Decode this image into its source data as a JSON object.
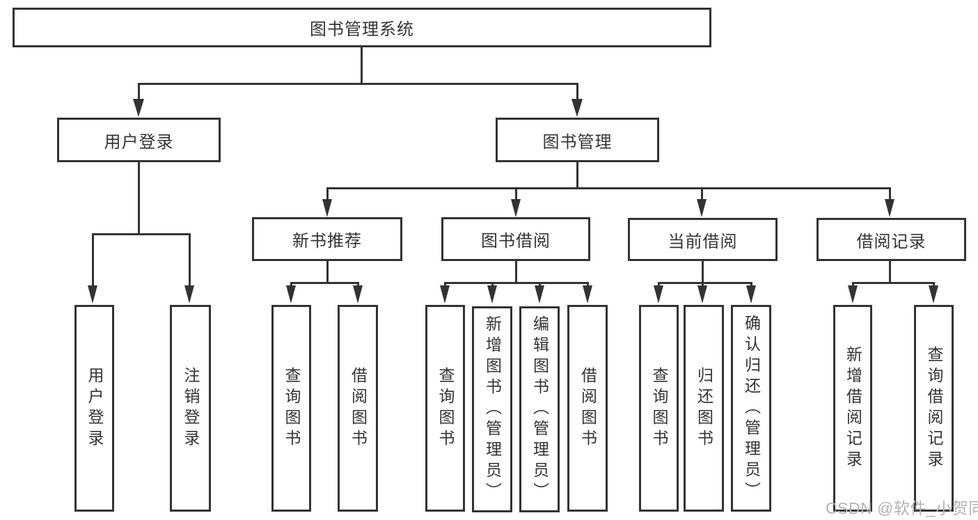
{
  "tree": {
    "root": "图书管理系统",
    "branches": [
      {
        "label": "用户登录",
        "children": [
          "用户登录",
          "注销登录"
        ]
      },
      {
        "label": "图书管理",
        "groups": [
          {
            "label": "新书推荐",
            "children": [
              "查询图书",
              "借阅图书"
            ]
          },
          {
            "label": "图书借阅",
            "children": [
              "查询图书",
              "新增图书（管理员）",
              "编辑图书（管理员）",
              "借阅图书"
            ]
          },
          {
            "label": "当前借阅",
            "children": [
              "查询图书",
              "归还图书",
              "确认归还（管理员）"
            ]
          },
          {
            "label": "借阅记录",
            "children": [
              "新增借阅记录",
              "查询借阅记录"
            ]
          }
        ]
      }
    ]
  },
  "watermark": "CSDN @软件_小贺同学",
  "colors": {
    "line": "#333333",
    "text": "#333333",
    "box_background": "#ffffff",
    "watermark": "#b3b3b3"
  }
}
